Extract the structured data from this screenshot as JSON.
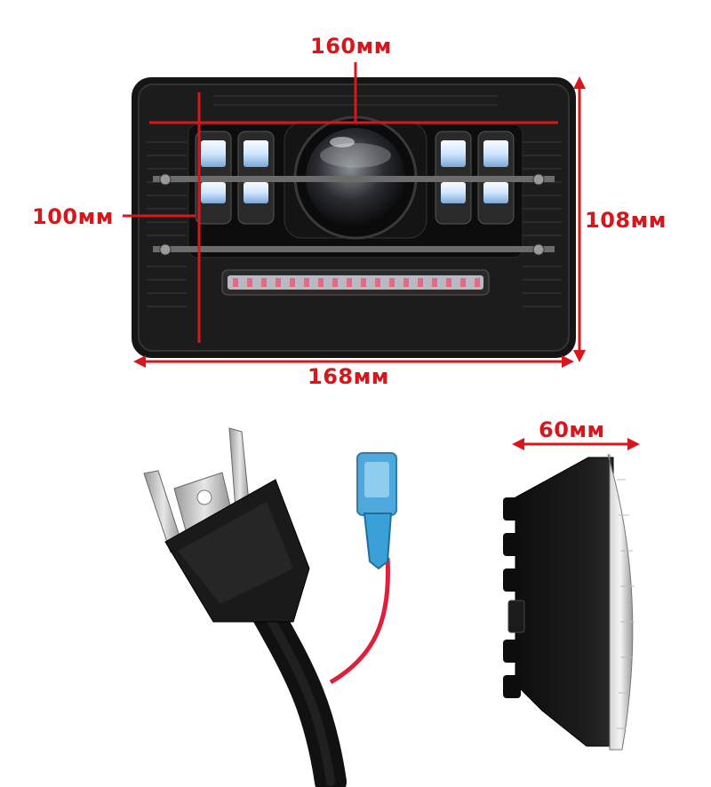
{
  "dimensions": {
    "width_inner": "160мм",
    "height_inner": "100мм",
    "height_outer": "108мм",
    "width_outer": "168мм",
    "depth": "60мм"
  },
  "colors": {
    "dimension_red": "#d8161b",
    "housing_black": "#111111",
    "led_cool_white": "#eef6ff",
    "wire_red": "#e0203a",
    "connector_blue": "#3aa0d8"
  },
  "icons": [
    "headlight-front-view",
    "h4-plug-connector",
    "spade-terminal",
    "headlight-side-view"
  ]
}
